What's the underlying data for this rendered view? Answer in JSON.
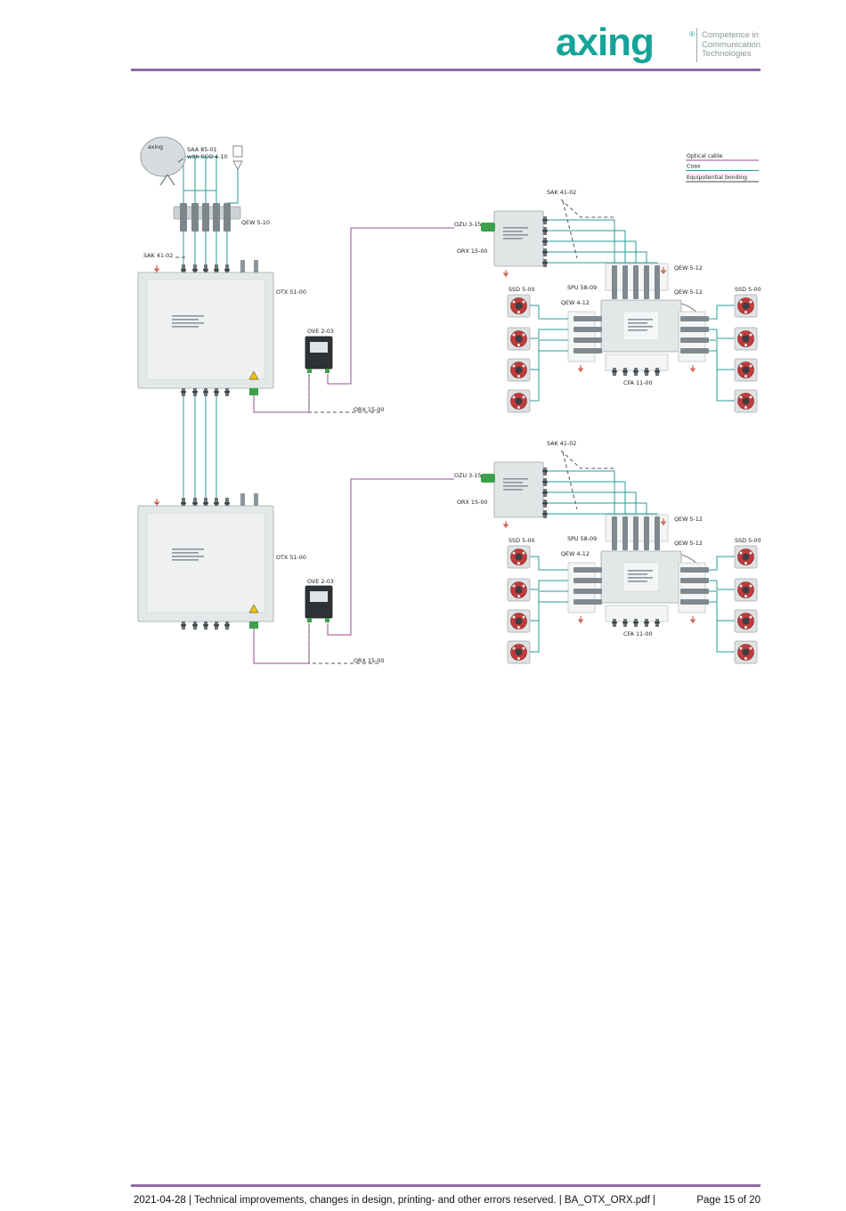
{
  "header": {
    "brand": "axing",
    "registered": "®",
    "tagline": [
      "Competence in",
      "Communication",
      "Technologies"
    ]
  },
  "colors": {
    "brand": "#16a39a",
    "accent": "#8e6aa6",
    "coax": "#2a9d96",
    "optical": "#9b4d97",
    "equipotential": "#444444",
    "device": "#d8dcde",
    "device_border": "#9ea6aa"
  },
  "icons": [
    "satellite-dish-icon",
    "lightning-rod-icon",
    "wall-outlet-icon",
    "ground-icon",
    "warning-icon"
  ],
  "legend": {
    "optical": "Optical cable",
    "coax": "Coax",
    "equipotential": "Equipotential bonding"
  },
  "diagram": {
    "dish": "SAA 85-01",
    "dish_sub": "with SCO 4-10",
    "qew510": "QEW 5-10",
    "sak_left": "SAK 41-02",
    "otx": "OTX 51-00",
    "ove": "OVE 2-03",
    "orx_bottom": "ORX 15-00",
    "building1": {
      "ozu": "OZU 3-15",
      "orx": "ORX 15-00",
      "sak": "SAK 41-02",
      "qew512_top": "QEW 5-12",
      "qew512_right": "QEW 5-12",
      "spu": "SPU 58-09",
      "qew412": "QEW 4-12",
      "ssd_left": "SSD 5-00",
      "ssd_right": "SSD 5-00",
      "cfa": "CFA 11-00"
    },
    "building2": {
      "ozu": "OZU 3-15",
      "orx": "ORX 15-00",
      "sak": "SAK 41-02",
      "qew512_top": "QEW 5-12",
      "qew512_right": "QEW 5-12",
      "spu": "SPU 58-09",
      "qew412": "QEW 4-12",
      "ssd_left": "SSD 5-00",
      "ssd_right": "SSD 5-00",
      "cfa": "CFA 11-00"
    },
    "otx2": "OTX 51-00",
    "ove2": "OVE 2-03",
    "orx_bottom2": "ORX 15-00"
  },
  "footer": {
    "left": "2021-04-28 | Technical improvements, changes in design, printing- and other errors reserved. | BA_OTX_ORX.pdf |",
    "page": "Page 15 of 20"
  }
}
